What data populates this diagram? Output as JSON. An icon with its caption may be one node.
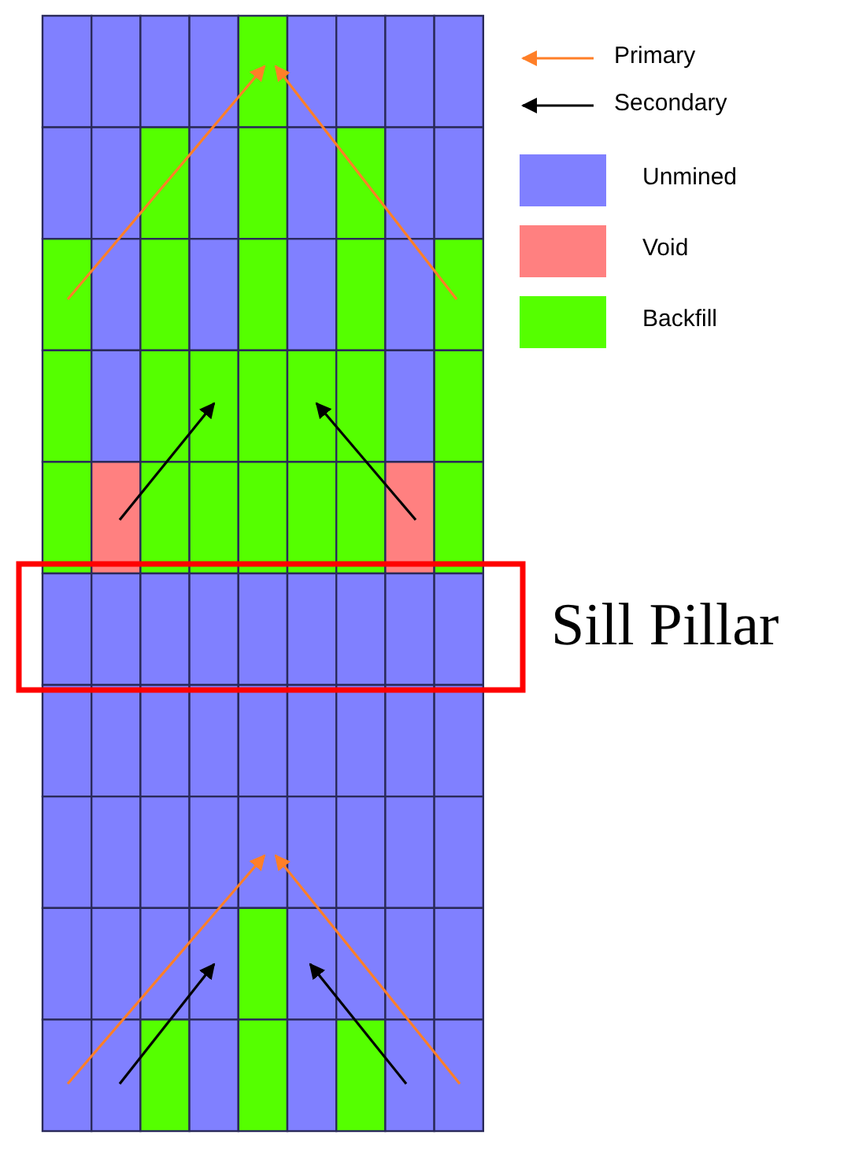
{
  "diagram": {
    "labels": [
      "Sill Pillar"
    ],
    "legend": [
      {
        "text": "Primary"
      },
      {
        "text": "Secondary"
      },
      {
        "text": "Unmined",
        "color": "#8080ff"
      },
      {
        "text": "Void",
        "color": "#ff8080"
      },
      {
        "text": "Backfill",
        "color": "#55ff00"
      }
    ]
  }
}
